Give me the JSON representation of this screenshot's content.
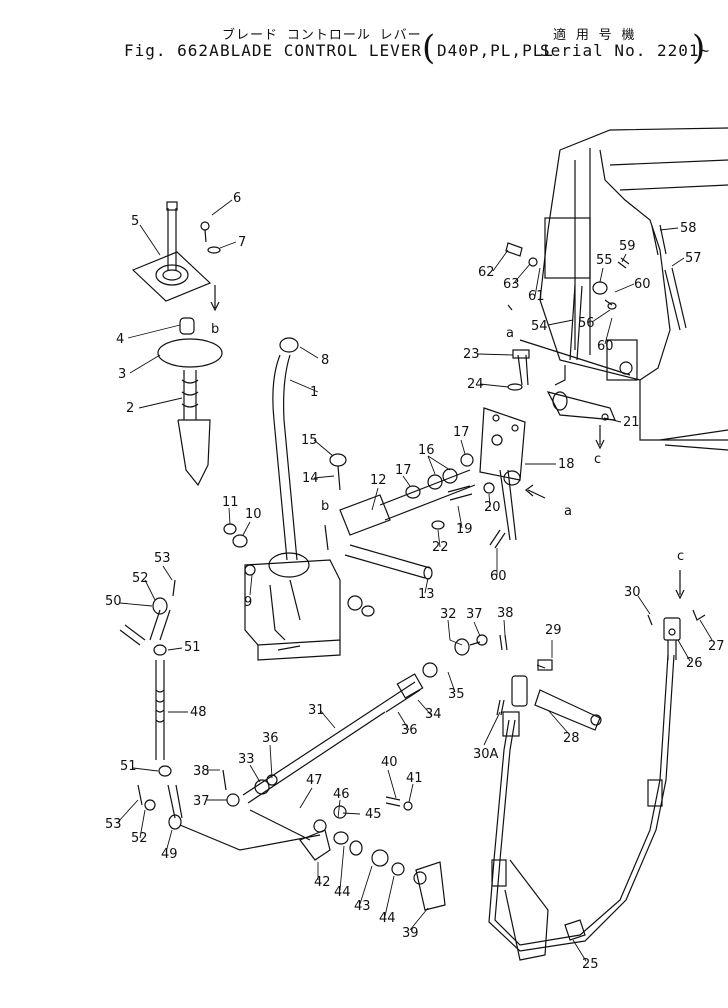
{
  "header": {
    "jp_title": "ブレード コントロール レバー",
    "jp_applicable": "適 用 号 機",
    "fig_label": "Fig. 662A",
    "en_title": "BLADE CONTROL LEVER",
    "paren_open": "(",
    "applicable_models": "D40P,PL,PLL",
    "serial": "Serial No. 2201~",
    "paren_close": ")"
  },
  "part_numbers": [
    "1",
    "2",
    "3",
    "4",
    "5",
    "6",
    "7",
    "8",
    "9",
    "10",
    "11",
    "12",
    "13",
    "14",
    "15",
    "16",
    "17",
    "18",
    "19",
    "20",
    "21",
    "22",
    "23",
    "24",
    "25",
    "26",
    "27",
    "28",
    "29",
    "30",
    "30A",
    "31",
    "32",
    "33",
    "34",
    "35",
    "36",
    "37",
    "38",
    "39",
    "40",
    "41",
    "42",
    "43",
    "44",
    "45",
    "46",
    "47",
    "48",
    "49",
    "50",
    "51",
    "52",
    "53",
    "54",
    "55",
    "56",
    "57",
    "58",
    "59",
    "60",
    "61",
    "62",
    "63"
  ],
  "reference_marks": [
    "a",
    "b",
    "c"
  ]
}
